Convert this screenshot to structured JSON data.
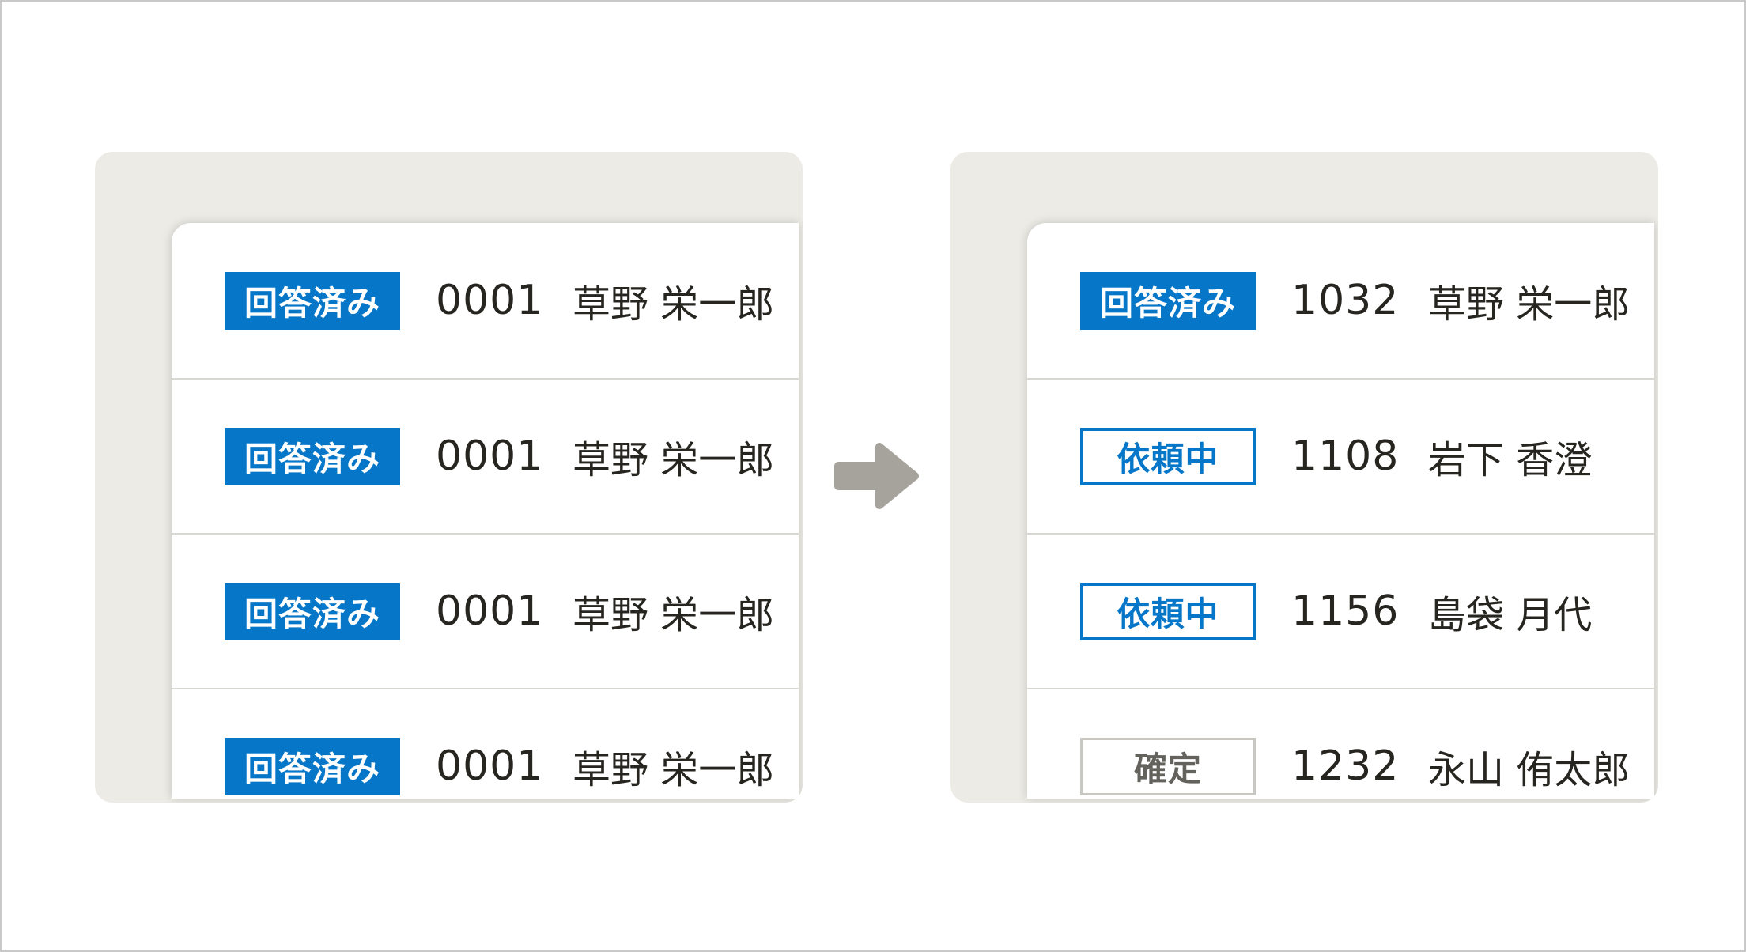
{
  "colors": {
    "blue": "#0677c8",
    "panel_bg": "#ecebe5",
    "card_bg": "#ffffff",
    "divider": "#d9d7d2",
    "text": "#262520",
    "muted_border": "#c9c7c2",
    "muted_text": "#64625d",
    "arrow": "#a6a39c",
    "page_border": "#c9c9c9"
  },
  "arrow": {
    "icon": "arrow-right",
    "direction": "right"
  },
  "before_panel": {
    "rows": [
      {
        "status": {
          "label": "回答済み",
          "variant": "filled"
        },
        "number": "0001",
        "name": "草野 栄一郎"
      },
      {
        "status": {
          "label": "回答済み",
          "variant": "filled"
        },
        "number": "0001",
        "name": "草野 栄一郎"
      },
      {
        "status": {
          "label": "回答済み",
          "variant": "filled"
        },
        "number": "0001",
        "name": "草野 栄一郎"
      },
      {
        "status": {
          "label": "回答済み",
          "variant": "filled"
        },
        "number": "0001",
        "name": "草野 栄一郎"
      }
    ]
  },
  "after_panel": {
    "rows": [
      {
        "status": {
          "label": "回答済み",
          "variant": "filled"
        },
        "number": "1032",
        "name": "草野 栄一郎"
      },
      {
        "status": {
          "label": "依頼中",
          "variant": "outline"
        },
        "number": "1108",
        "name": "岩下 香澄"
      },
      {
        "status": {
          "label": "依頼中",
          "variant": "outline"
        },
        "number": "1156",
        "name": "島袋 月代"
      },
      {
        "status": {
          "label": "確定",
          "variant": "muted"
        },
        "number": "1232",
        "name": "永山 侑太郎"
      }
    ]
  }
}
